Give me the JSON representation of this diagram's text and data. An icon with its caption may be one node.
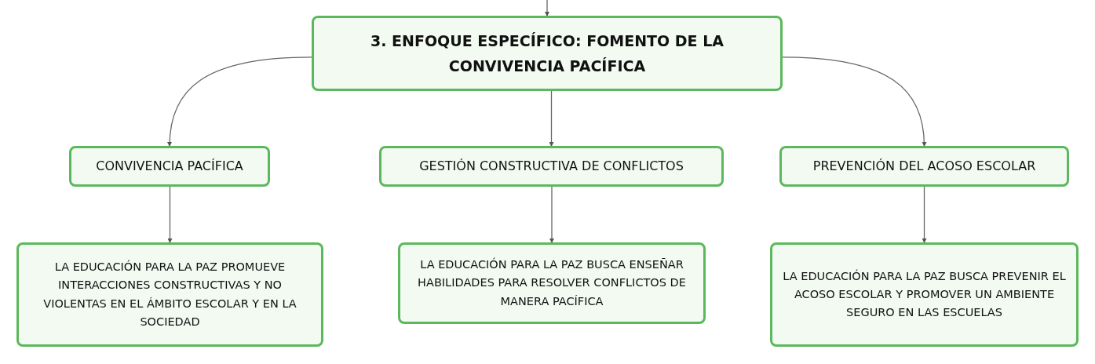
{
  "diagram": {
    "nodes": [
      {
        "text": [
          "3. ENFOQUE ESPECÍFICO: FOMENTO DE LA CONVIVENCIA PACÍFICA"
        ]
      },
      {
        "text": [
          "CONVIVENCIA PACÍFICA"
        ]
      },
      {
        "text": [
          "GESTIÓN CONSTRUCTIVA DE CONFLICTOS"
        ]
      },
      {
        "text": [
          "PREVENCIÓN DEL ACOSO ESCOLAR"
        ]
      },
      {
        "text": [
          "LA EDUCACIÓN PARA LA PAZ PROMUEVE INTERACCIONES CONSTRUCTIVAS Y NO VIOLENTAS EN EL ÁMBITO ESCOLAR Y EN LA SOCIEDAD"
        ]
      },
      {
        "text": [
          "LA EDUCACIÓN PARA LA PAZ BUSCA ENSEÑAR HABILIDADES PARA RESOLVER CONFLICTOS DE MANERA PACÍFICA"
        ]
      },
      {
        "text": [
          "LA EDUCACIÓN PARA LA PAZ BUSCA PREVENIR EL ACOSO ESCOLAR Y PROMOVER UN AMBIENTE SEGURO EN LAS ESCUELAS"
        ]
      }
    ],
    "edges": [
      {
        "from": null,
        "to": 0,
        "arrow": "to"
      },
      {
        "from": 0,
        "to": 1,
        "arrow": "to"
      },
      {
        "from": 0,
        "to": 2,
        "arrow": "to"
      },
      {
        "from": 0,
        "to": 3,
        "arrow": "to"
      },
      {
        "from": 1,
        "to": 4,
        "arrow": "to"
      },
      {
        "from": 2,
        "to": 5,
        "arrow": "to"
      },
      {
        "from": 3,
        "to": 6,
        "arrow": "to"
      }
    ]
  }
}
